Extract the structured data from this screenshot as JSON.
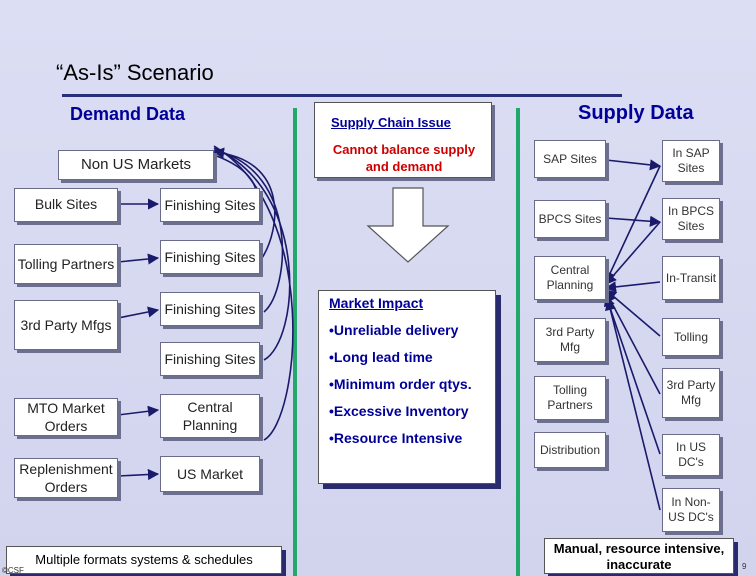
{
  "title": "“As-Is” Scenario",
  "demand_header": "Demand Data",
  "supply_header": "Supply Data",
  "non_us_markets": "Non US Markets",
  "demand_left": [
    "Bulk Sites",
    "Tolling Partners",
    "3rd Party Mfgs",
    "MTO Market Orders",
    "Replenishment Orders"
  ],
  "demand_right": [
    "Finishing Sites",
    "Finishing Sites",
    "Finishing Sites",
    "Finishing Sites",
    "Central Planning",
    "US Market"
  ],
  "supply_chain_issue": {
    "heading": "Supply Chain Issue",
    "text": "Cannot balance supply and demand"
  },
  "market_impact": {
    "heading": "Market Impact",
    "items": [
      "•Unreliable delivery",
      "•Long lead time",
      "•Minimum order qtys.",
      "•Excessive Inventory",
      "•Resource Intensive"
    ]
  },
  "supply_left": [
    "SAP Sites",
    "BPCS Sites",
    "Central Planning",
    "3rd Party Mfg",
    "Tolling Partners",
    "Distribution"
  ],
  "supply_right": [
    "In SAP Sites",
    "In BPCS Sites",
    "In-Transit",
    "Tolling",
    "3rd Party Mfg",
    "In US DC's",
    "In Non-US DC's"
  ],
  "note_left": "Multiple formats systems & schedules",
  "note_right": "Manual, resource intensive, inaccurate",
  "footer_left": "©CSF",
  "footer_right": "9",
  "colors": {
    "green_divider": "#22a86c",
    "header_blue": "#000099",
    "shadow": "#2a2a6e"
  }
}
